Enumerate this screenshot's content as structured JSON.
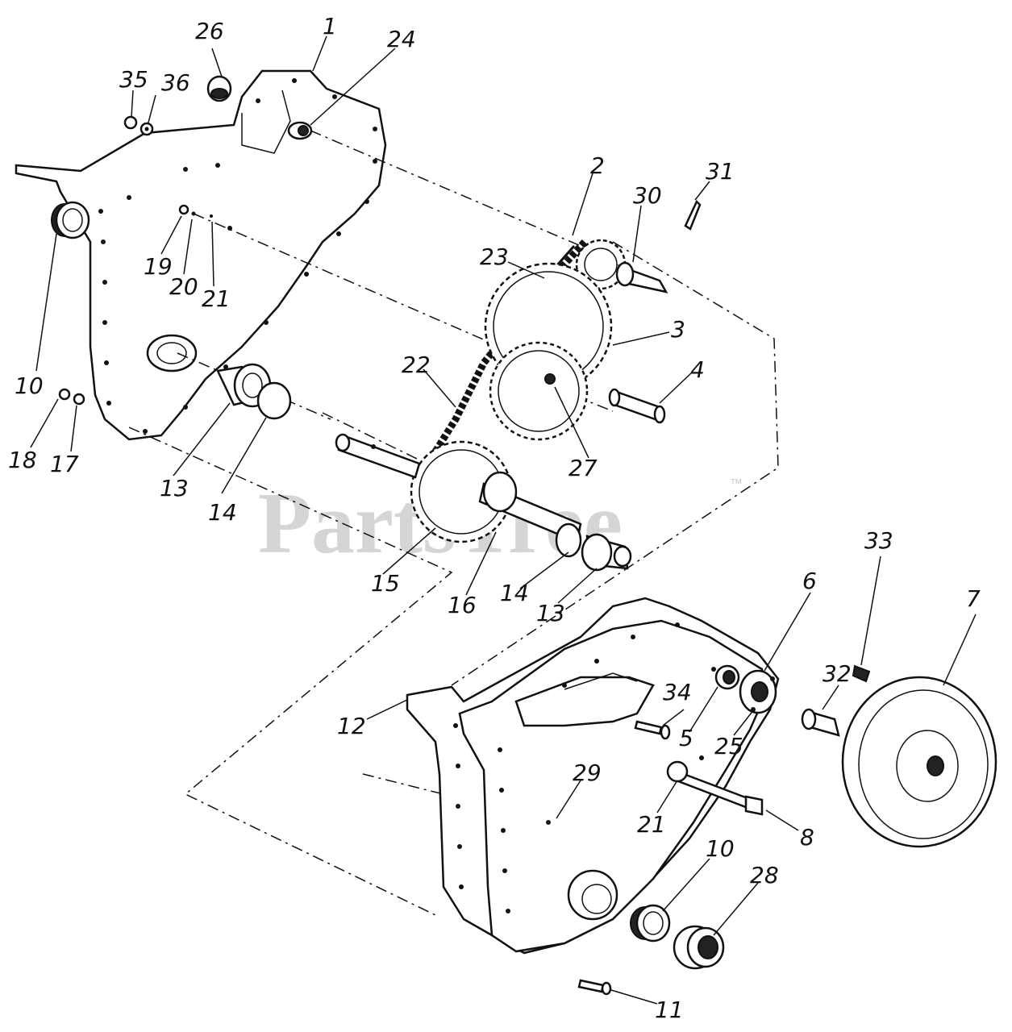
{
  "watermark": {
    "text": "PartsTree",
    "tm": "™"
  },
  "callouts": [
    {
      "id": "c26",
      "label": "26"
    },
    {
      "id": "c1",
      "label": "1"
    },
    {
      "id": "c24",
      "label": "24"
    },
    {
      "id": "c35",
      "label": "35"
    },
    {
      "id": "c36",
      "label": "36"
    },
    {
      "id": "c2",
      "label": "2"
    },
    {
      "id": "c30",
      "label": "30"
    },
    {
      "id": "c31",
      "label": "31"
    },
    {
      "id": "c23",
      "label": "23"
    },
    {
      "id": "c19",
      "label": "19"
    },
    {
      "id": "c20",
      "label": "20"
    },
    {
      "id": "c21a",
      "label": "21"
    },
    {
      "id": "c3",
      "label": "3"
    },
    {
      "id": "c10a",
      "label": "10"
    },
    {
      "id": "c22",
      "label": "22"
    },
    {
      "id": "c4",
      "label": "4"
    },
    {
      "id": "c18",
      "label": "18"
    },
    {
      "id": "c17",
      "label": "17"
    },
    {
      "id": "c27",
      "label": "27"
    },
    {
      "id": "c13a",
      "label": "13"
    },
    {
      "id": "c14a",
      "label": "14"
    },
    {
      "id": "c15",
      "label": "15"
    },
    {
      "id": "c16",
      "label": "16"
    },
    {
      "id": "c14b",
      "label": "14"
    },
    {
      "id": "c13b",
      "label": "13"
    },
    {
      "id": "c33",
      "label": "33"
    },
    {
      "id": "c6",
      "label": "6"
    },
    {
      "id": "c7",
      "label": "7"
    },
    {
      "id": "c32",
      "label": "32"
    },
    {
      "id": "c34",
      "label": "34"
    },
    {
      "id": "c12",
      "label": "12"
    },
    {
      "id": "c5",
      "label": "5"
    },
    {
      "id": "c25",
      "label": "25"
    },
    {
      "id": "c29",
      "label": "29"
    },
    {
      "id": "c21b",
      "label": "21"
    },
    {
      "id": "c8",
      "label": "8"
    },
    {
      "id": "c10b",
      "label": "10"
    },
    {
      "id": "c28",
      "label": "28"
    },
    {
      "id": "c11",
      "label": "11"
    }
  ]
}
